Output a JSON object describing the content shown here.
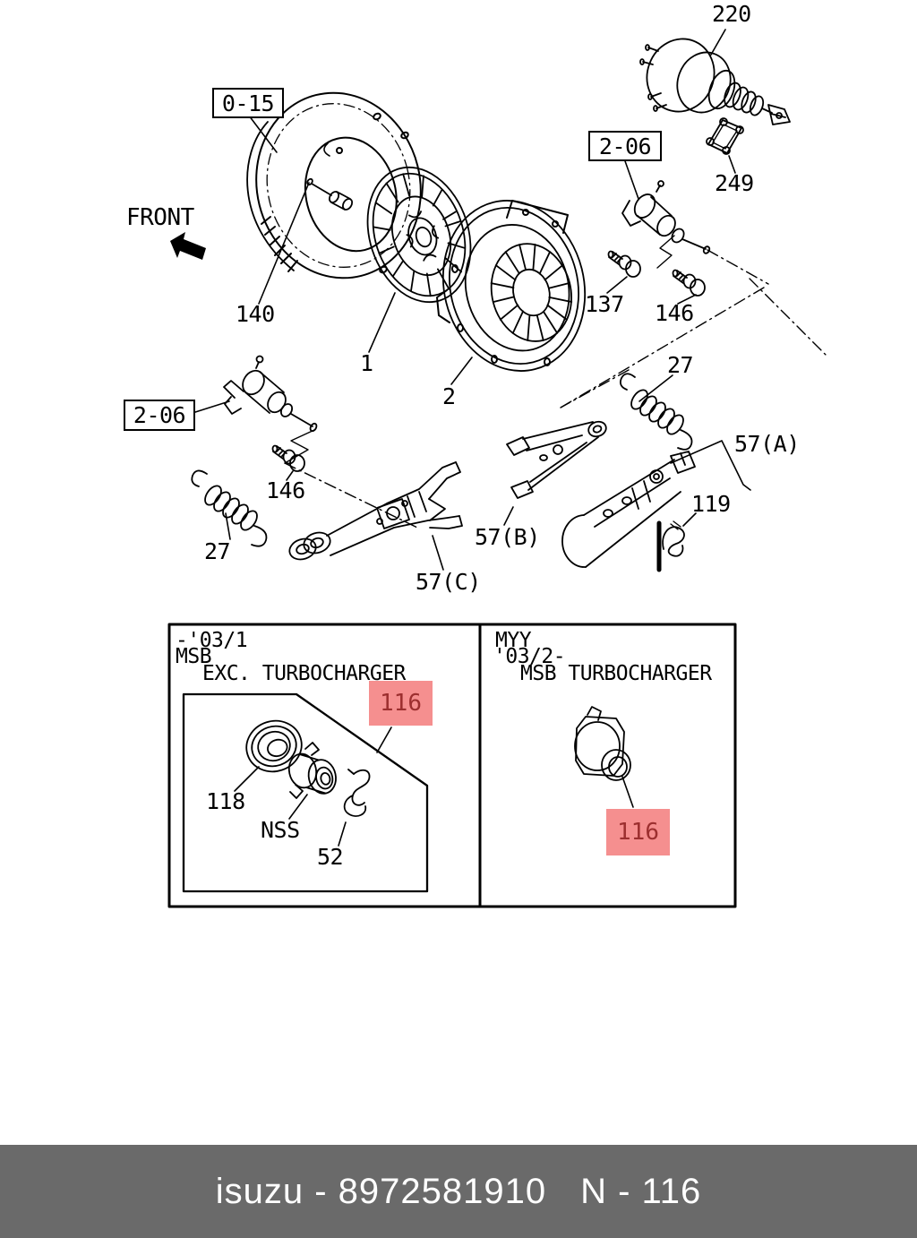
{
  "colors": {
    "background": "#ffffff",
    "line": "#000000",
    "highlight_bg": "#f58f8f",
    "highlight_text": "#9c2f2f",
    "footer_bg": "#6a6a6a",
    "footer_text": "#ffffff"
  },
  "diagram": {
    "front_label": "FRONT",
    "boxed_refs": [
      {
        "id": "flywheel-section",
        "text": "0-15"
      },
      {
        "id": "clutch-control-section-upper",
        "text": "2-06"
      },
      {
        "id": "clutch-control-section-lower",
        "text": "2-06"
      }
    ],
    "part_labels": [
      {
        "id": "clutch-booster",
        "text": "220"
      },
      {
        "id": "booster-gasket",
        "text": "249"
      },
      {
        "id": "pilot-bolt",
        "text": "140"
      },
      {
        "id": "clutch-disc",
        "text": "1"
      },
      {
        "id": "pressure-plate",
        "text": "2"
      },
      {
        "id": "bolt-137",
        "text": "137"
      },
      {
        "id": "bolt-146-upper",
        "text": "146"
      },
      {
        "id": "return-spring-right",
        "text": "27"
      },
      {
        "id": "release-fork-a",
        "text": "57(A)"
      },
      {
        "id": "fork-clip",
        "text": "119"
      },
      {
        "id": "release-fork-b",
        "text": "57(B)"
      },
      {
        "id": "bolt-146-lower",
        "text": "146"
      },
      {
        "id": "return-spring-left",
        "text": "27"
      },
      {
        "id": "release-fork-c",
        "text": "57(C)"
      }
    ]
  },
  "inset_panel": {
    "left_cell": {
      "model_lines": [
        "-'03/1",
        "MSB",
        "EXC. TURBOCHARGER"
      ],
      "part_labels": [
        {
          "id": "release-bearing-seal",
          "text": "118"
        },
        {
          "id": "release-bearing-nss",
          "text": "NSS"
        },
        {
          "id": "bearing-clip",
          "text": "52"
        }
      ],
      "highlight_label": {
        "text": "116"
      }
    },
    "right_cell": {
      "model_lines": [
        "MYY",
        "'03/2-",
        "MSB TURBOCHARGER"
      ],
      "highlight_label": {
        "text": "116"
      }
    }
  },
  "footer": {
    "brand_and_part": "isuzu - 8972581910",
    "page_ref": "N - 116"
  }
}
